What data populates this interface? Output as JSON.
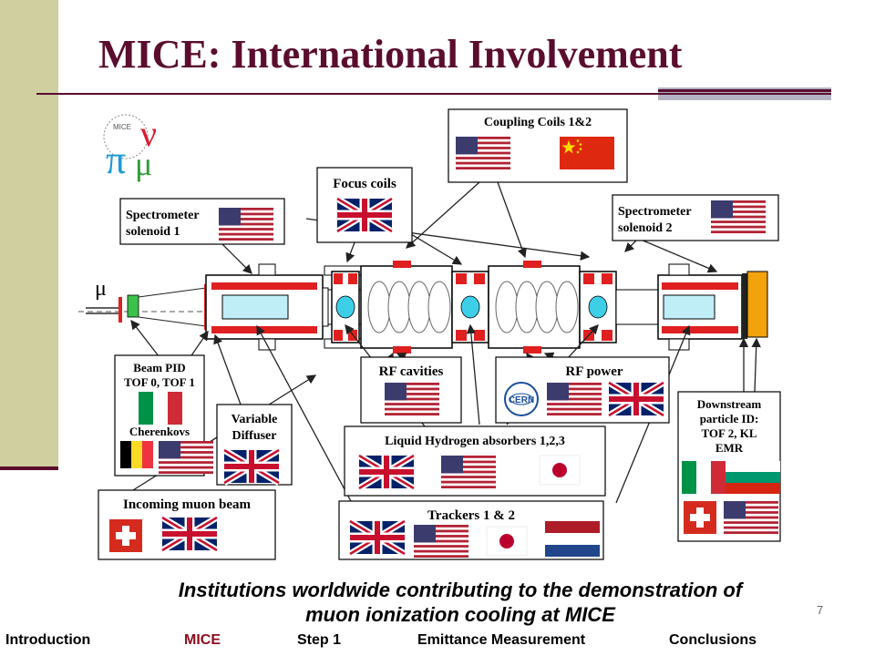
{
  "slide": {
    "title": "MICE: International Involvement",
    "caption_line1": "Institutions worldwide contributing to the demonstration of",
    "caption_line2": "muon ionization cooling at MICE",
    "page_number": "7"
  },
  "footer": {
    "items": [
      "Introduction",
      "MICE",
      "Step 1",
      "Emittance Measurement",
      "Conclusions"
    ],
    "active": "MICE"
  },
  "logo": {
    "text": "MICE",
    "symbols": [
      "π",
      "ν",
      "μ"
    ]
  },
  "diagram": {
    "beam_symbol": "μ",
    "labels": {
      "coupling_coils": "Coupling Coils 1&2",
      "focus_coils": "Focus coils",
      "spectrometer1_line1": "Spectrometer",
      "spectrometer1_line2": "solenoid 1",
      "spectrometer2_line1": "Spectrometer",
      "spectrometer2_line2": "solenoid 2",
      "beam_pid_line1": "Beam PID",
      "beam_pid_line2": "TOF 0, TOF 1",
      "cherenkovs": "Cherenkovs",
      "variable_diffuser_line1": "Variable",
      "variable_diffuser_line2": "Diffuser",
      "rf_cavities": "RF cavities",
      "rf_power": "RF power",
      "downstream_line1": "Downstream",
      "downstream_line2": "particle ID:",
      "downstream_line3": "TOF 2, KL",
      "downstream_line4": "EMR",
      "liquid_hydrogen": "Liquid Hydrogen absorbers 1,2,3",
      "incoming_muon": "Incoming muon beam",
      "trackers": "Trackers 1 & 2",
      "cern": "CERN"
    },
    "colors": {
      "usa_red": "#b22234",
      "usa_blue": "#3c3b6e",
      "uk_blue": "#012169",
      "uk_red": "#c8102e",
      "china_red": "#de2910",
      "china_star": "#ffde00",
      "italy_green": "#009246",
      "italy_red": "#ce2b37",
      "belgium_yellow": "#fdda24",
      "belgium_red": "#ef3340",
      "swiss_red": "#d52b1e",
      "japan_red": "#bc002d",
      "netherlands_red": "#ae1c28",
      "netherlands_blue": "#21468b",
      "bulgaria_green": "#00966e",
      "bulgaria_red": "#d62612",
      "magnet_red": "#e02020",
      "cavity_cyan": "#3ecfe8",
      "detector_orange": "#f2a20a",
      "title_maroon": "#5a0d2e"
    }
  }
}
